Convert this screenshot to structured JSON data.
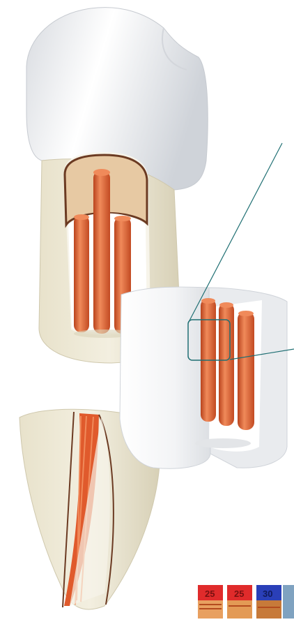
{
  "illustration": {
    "colors": {
      "crown": "#f0f1f3",
      "root_ivory": "#ebe6d3",
      "root_shadow": "#d9d2b8",
      "section_white": "#ffffff",
      "section_grey": "#e3e5e8",
      "post": "#e05a2c",
      "post_dark": "#b9431d",
      "post_light": "#f08a5a",
      "canal_tan": "#e7c9a3",
      "outline_brown": "#6b3a22",
      "callout_line": "#1f6f73"
    }
  },
  "color_tags": [
    {
      "label": "25",
      "bg": "#e02b2b",
      "fg": "#7a1010"
    },
    {
      "label": "25",
      "bg": "#e02b2b",
      "fg": "#7a1010"
    },
    {
      "label": "30",
      "bg": "#2a3fb8",
      "fg": "#0f1a5c"
    }
  ]
}
